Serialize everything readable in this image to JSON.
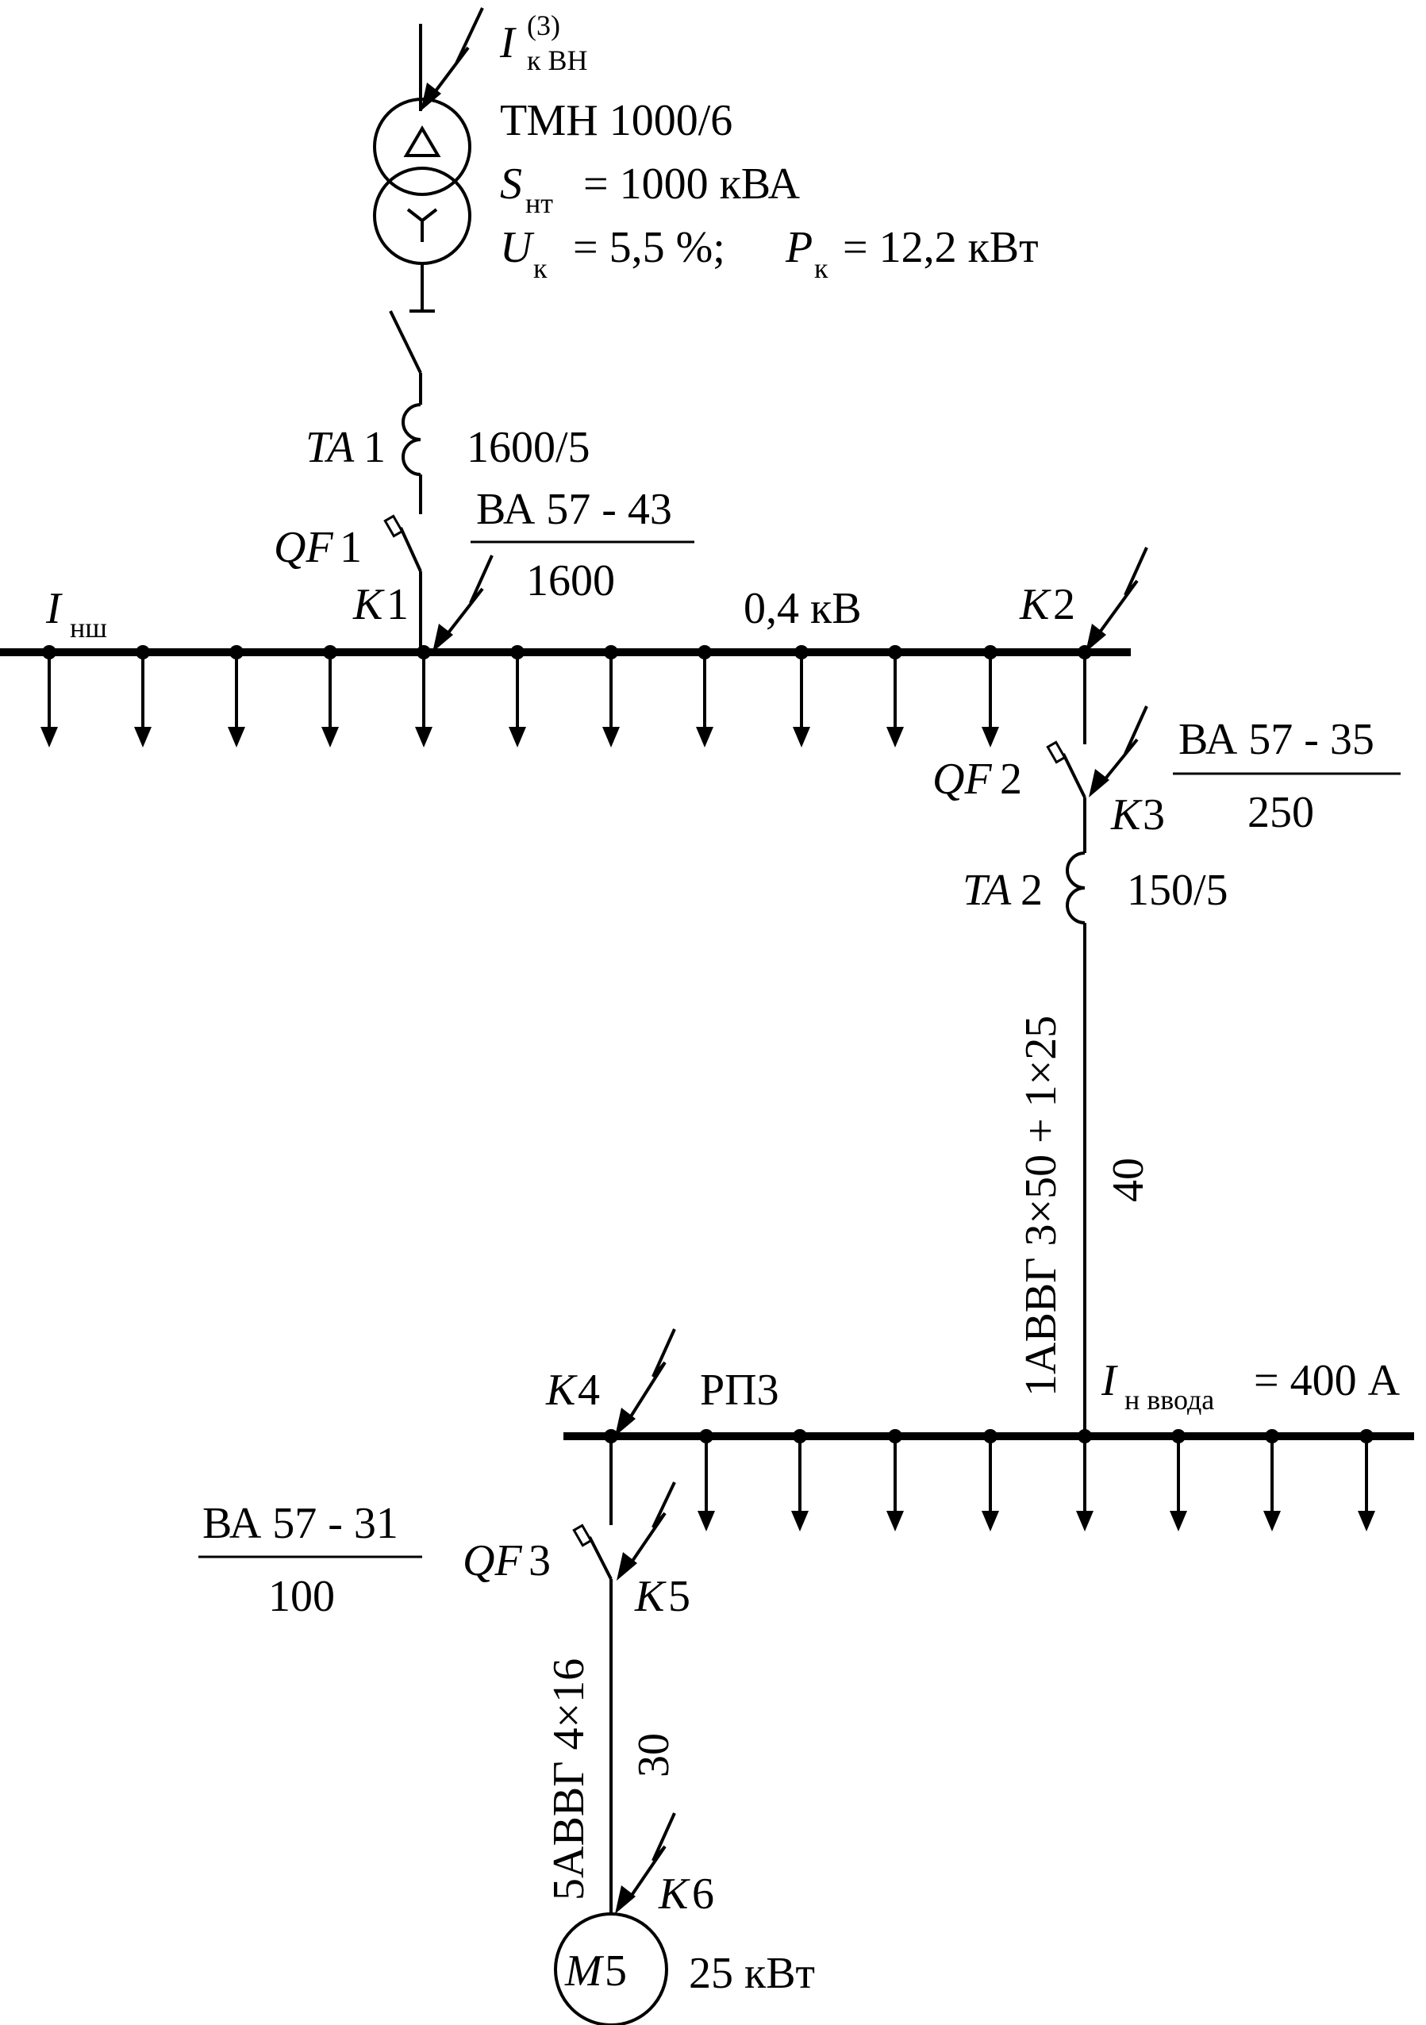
{
  "source": {
    "current_symbol": "I",
    "current_sub": "к ВН",
    "current_sup": "(3)"
  },
  "transformer": {
    "model": "ТМН 1000/6",
    "s_symbol": "S",
    "s_sub": "нт",
    "s_value": "= 1000 кВА",
    "u_symbol": "U",
    "u_sub": "к",
    "u_value": "= 5,5 %;",
    "p_symbol": "P",
    "p_sub": "к",
    "p_value": "= 12,2 кВт"
  },
  "ta1": {
    "name_it": "TA",
    "name_num": "1",
    "ratio": "1600/5"
  },
  "qf1": {
    "name_it": "QF",
    "name_num": "1",
    "model": "ВА 57 - 43",
    "rating": "1600"
  },
  "bus_main": {
    "current_symbol": "I",
    "current_sub": "нш",
    "voltage": "0,4 кВ"
  },
  "k1": {
    "it": "K",
    "num": "1"
  },
  "k2": {
    "it": "K",
    "num": "2"
  },
  "qf2": {
    "name_it": "QF",
    "name_num": "2",
    "model": "ВА 57 - 35",
    "rating": "250"
  },
  "k3": {
    "it": "K",
    "num": "3"
  },
  "ta2": {
    "name_it": "TA",
    "name_num": "2",
    "ratio": "150/5"
  },
  "cable1": {
    "type": "1АВВГ 3×50 + 1×25",
    "length": "40"
  },
  "bus_rp": {
    "name": "РП3",
    "current_symbol": "I",
    "current_sub": "н ввода",
    "current_value": "= 400 А"
  },
  "k4": {
    "it": "K",
    "num": "4"
  },
  "qf3": {
    "name_it": "QF",
    "name_num": "3",
    "model": "ВА 57 - 31",
    "rating": "100"
  },
  "k5": {
    "it": "K",
    "num": "5"
  },
  "cable2": {
    "type": "5АВВГ 4×16",
    "length": "30"
  },
  "k6": {
    "it": "K",
    "num": "6"
  },
  "motor": {
    "name_it": "M",
    "name_num": "5",
    "power": "25 кВт"
  },
  "colors": {
    "stroke": "#000000",
    "background": "#ffffff"
  }
}
